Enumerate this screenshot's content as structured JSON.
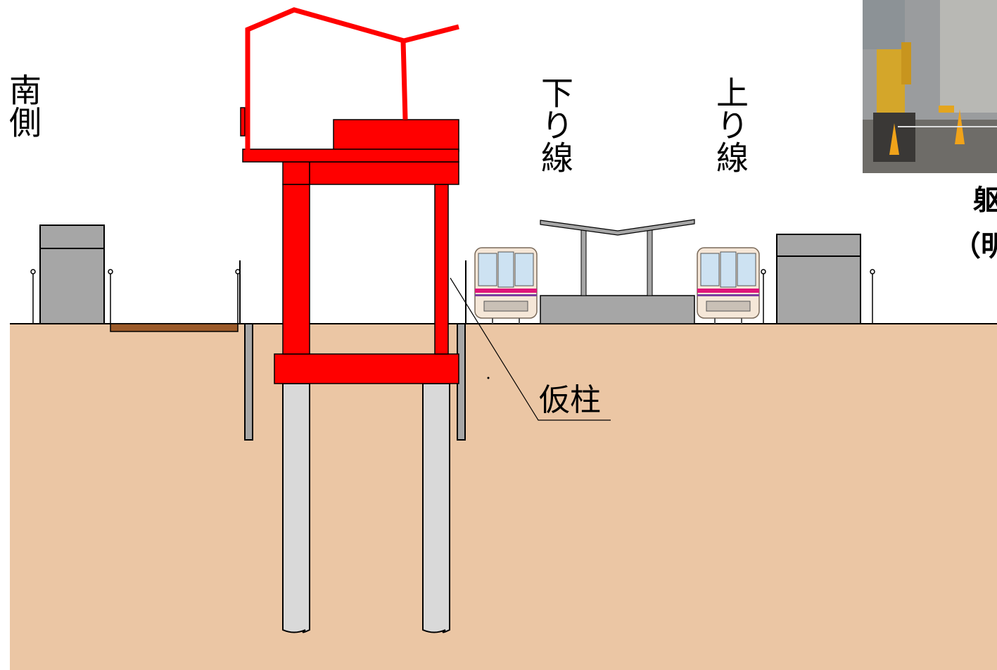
{
  "labels": {
    "south_side": "南側",
    "down_line": "下り線",
    "up_line": "上り線",
    "temporary_column": "仮柱",
    "cut_text_1": "躯",
    "cut_text_2": "（明"
  },
  "photo": {
    "icon": "construction-site-photo"
  },
  "colors": {
    "temporary_column": "#ff0000",
    "ground": "#ebc6a4",
    "pile": "#d9d9d9",
    "structure": "#a6a6a6",
    "plank": "#9c5b2a",
    "platform": "#a6a6a6"
  }
}
